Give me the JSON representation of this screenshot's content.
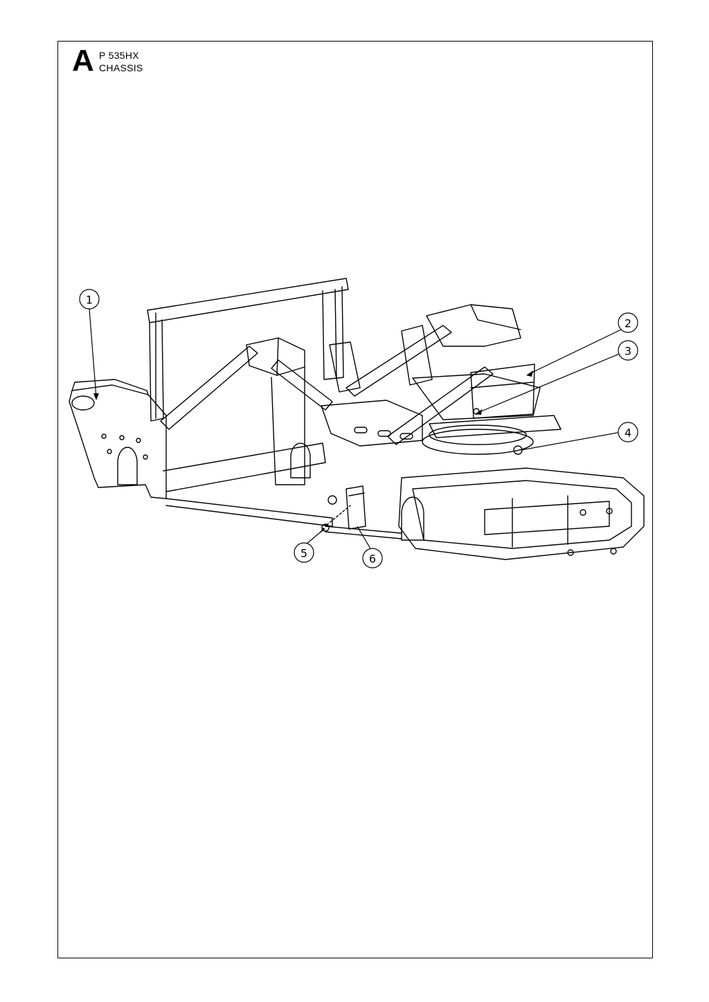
{
  "header": {
    "section_letter": "A",
    "model": "P 535HX",
    "title": "CHASSIS"
  },
  "callouts": [
    {
      "label": "1",
      "part": "main-frame"
    },
    {
      "label": "2",
      "part": "rear-plate"
    },
    {
      "label": "3",
      "part": "bolt"
    },
    {
      "label": "4",
      "part": "pivot-bearing"
    },
    {
      "label": "5",
      "part": "screw"
    },
    {
      "label": "6",
      "part": "bracket"
    }
  ]
}
